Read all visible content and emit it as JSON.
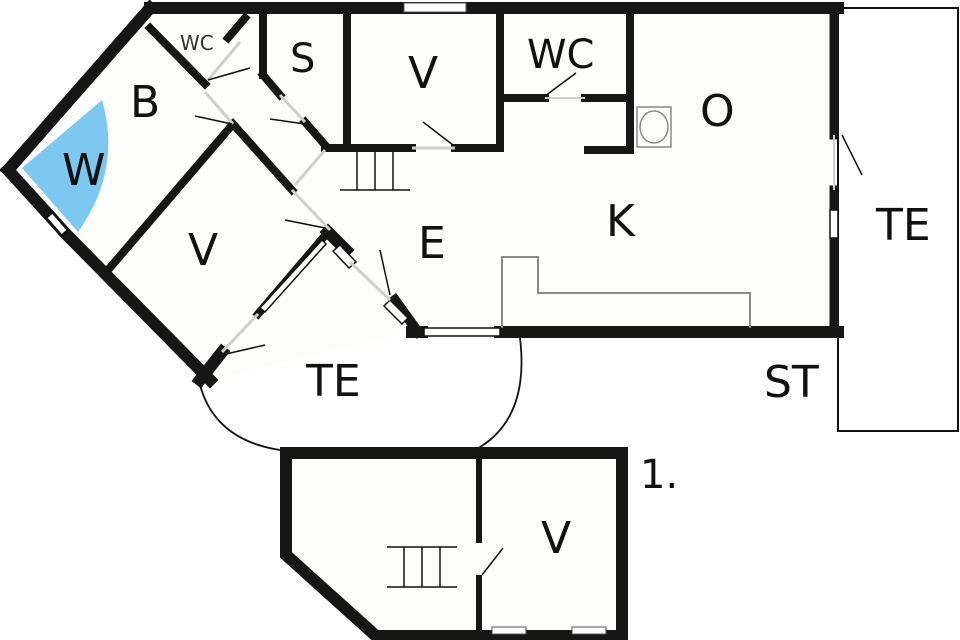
{
  "diagram": {
    "type": "floor-plan",
    "floor_label": "1.",
    "colors": {
      "wall": "#161616",
      "background": "#fdfdfb",
      "sauna_highlight": "#7cc8f0",
      "fixture": "#8a8a8a"
    },
    "rooms": [
      {
        "id": "wc-small",
        "label": "WC"
      },
      {
        "id": "sauna",
        "label": "S"
      },
      {
        "id": "bedroom-top",
        "label": "V"
      },
      {
        "id": "wc-main",
        "label": "WC"
      },
      {
        "id": "living",
        "label": "O"
      },
      {
        "id": "bath",
        "label": "B"
      },
      {
        "id": "washroom",
        "label": "W"
      },
      {
        "id": "bedroom-left",
        "label": "V"
      },
      {
        "id": "entrance",
        "label": "E"
      },
      {
        "id": "kitchen",
        "label": "K"
      },
      {
        "id": "terrace-right",
        "label": "TE"
      },
      {
        "id": "terrace-front",
        "label": "TE"
      },
      {
        "id": "storage",
        "label": "ST"
      },
      {
        "id": "bedroom-upper-floor",
        "label": "V"
      }
    ]
  }
}
